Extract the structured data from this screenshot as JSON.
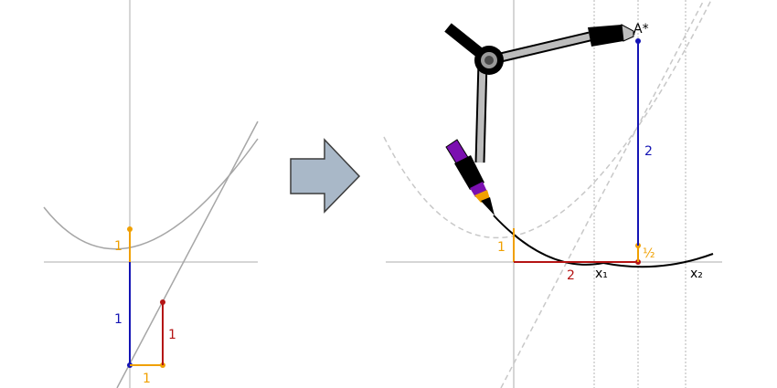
{
  "colors": {
    "axis": "#c8c8c8",
    "curve": "#a6a6a6",
    "dashed": "#c8c8c8",
    "blue": "#1414b4",
    "red": "#b41414",
    "orange": "#f0a000",
    "black": "#000000",
    "arrow_fill": "#a9b8c8",
    "tool_gray": "#bdbdbd",
    "pen_purple": "#7b10b0"
  },
  "left_panel": {
    "label_orange_vertical": "1",
    "label_blue": "1",
    "label_red": "1",
    "label_orange_horizontal": "1"
  },
  "right_panel": {
    "label_orange_vertical": "1",
    "label_red_horizontal": "2",
    "label_blue": "2",
    "label_half": "½",
    "point_label": "A*",
    "x1_label": "x₁",
    "x2_label": "x₂"
  },
  "icons": {
    "transform_arrow": "right-arrow-icon",
    "compass": "compass-icon",
    "pen": "marker-pen-icon"
  }
}
